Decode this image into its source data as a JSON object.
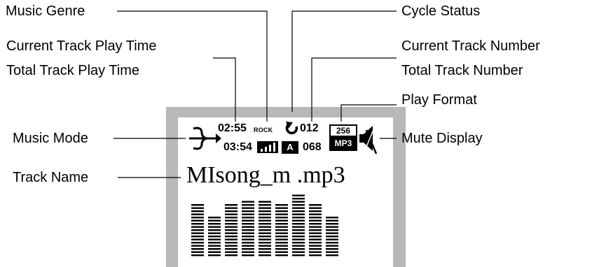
{
  "callouts": {
    "music_genre": "Music Genre",
    "cycle_status": "Cycle Status",
    "current_track_play_time": "Current Track Play Time",
    "total_track_play_time": "Total Track Play Time",
    "current_track_number": "Current Track Number",
    "total_track_number": "Total Track Number",
    "play_format": "Play Format",
    "music_mode": "Music Mode",
    "mute_display": "Mute Display",
    "track_name": "Track Name"
  },
  "screen": {
    "current_time": "02:55",
    "total_time": "03:54",
    "genre": "ROCK",
    "cycle_mode": "A",
    "current_track": "012",
    "total_tracks": "068",
    "bitrate": "256",
    "format": "MP3",
    "track_name": "MIsong_m .mp3",
    "equalizer_levels": [
      0.86,
      0.62,
      0.86,
      0.9,
      0.9,
      0.86,
      0.97,
      0.86,
      0.62
    ],
    "colors": {
      "frame": "#b8b8b8",
      "lcd": "#ffffff",
      "ink": "#000000"
    }
  }
}
